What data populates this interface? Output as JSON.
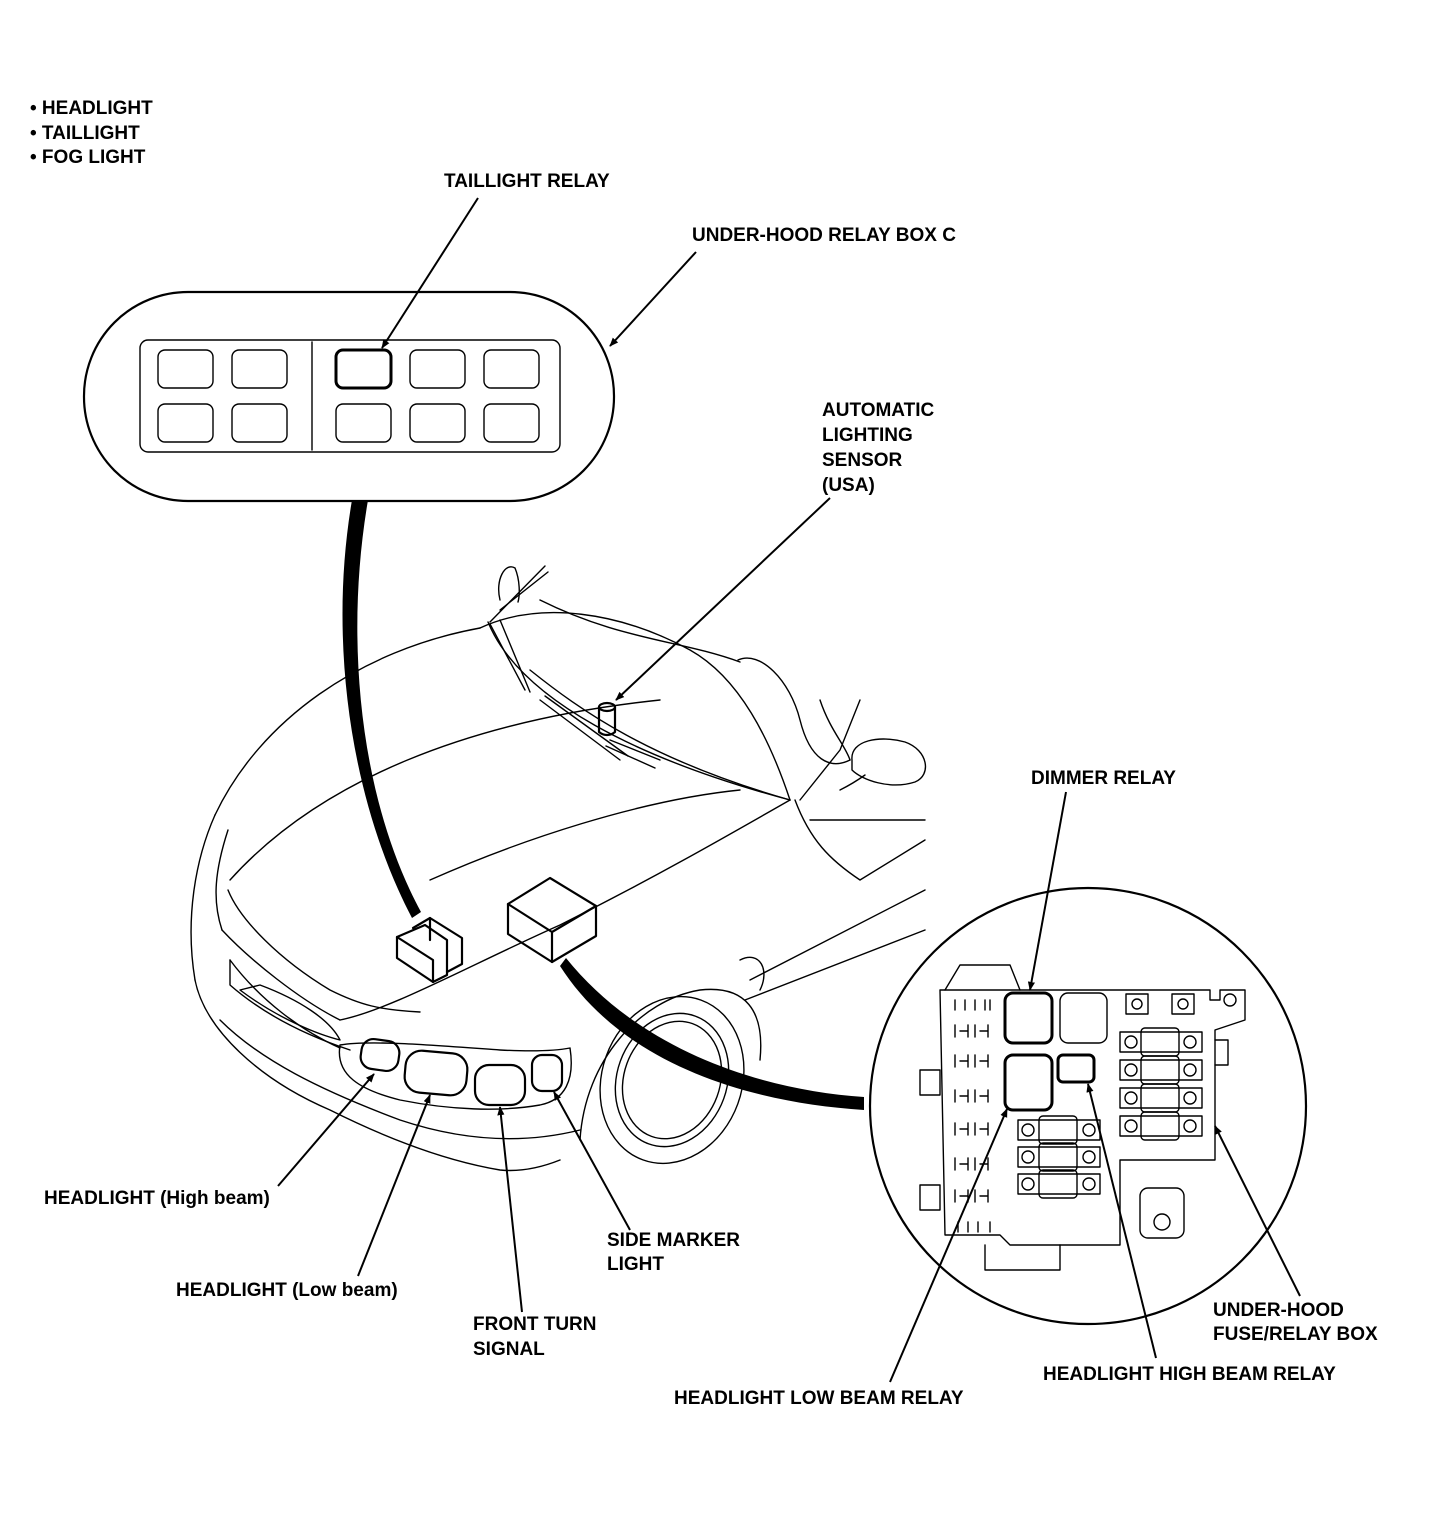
{
  "systems_list": [
    "• HEADLIGHT",
    "• TAILLIGHT",
    "• FOG LIGHT"
  ],
  "labels": {
    "taillight_relay": "TAILLIGHT RELAY",
    "relay_box_c": "UNDER-HOOD RELAY BOX C",
    "auto_sensor": [
      "AUTOMATIC",
      "LIGHTING",
      "SENSOR",
      "(USA)"
    ],
    "dimmer_relay": "DIMMER RELAY",
    "headlight_high": "HEADLIGHT (High beam)",
    "headlight_low": "HEADLIGHT (Low beam)",
    "side_marker": [
      "SIDE MARKER",
      "LIGHT"
    ],
    "front_turn": [
      "FRONT TURN",
      "SIGNAL"
    ],
    "fuse_relay_box": [
      "UNDER-HOOD",
      "FUSE/RELAY BOX"
    ],
    "high_beam_relay": "HEADLIGHT HIGH BEAM RELAY",
    "low_beam_relay": "HEADLIGHT LOW BEAM RELAY"
  },
  "colors": {
    "ink": "#000000",
    "paper": "#ffffff"
  }
}
